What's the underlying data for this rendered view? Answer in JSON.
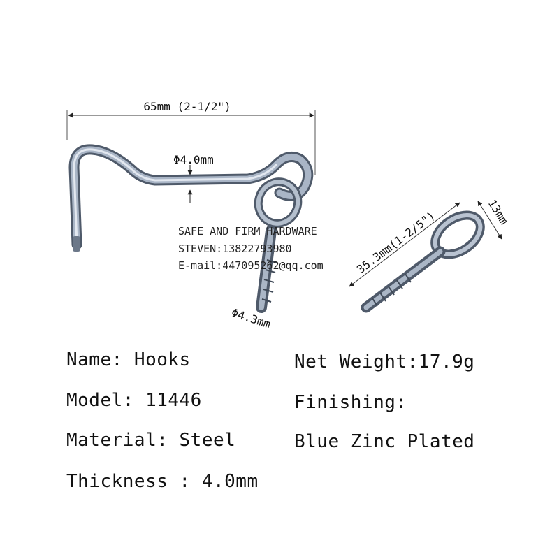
{
  "dimensions": {
    "hook_length": "65mm (2-1/2\")",
    "wire_diameter": "Φ4.0mm",
    "screw_diameter": "Φ4.3mm",
    "eye_screw_length": "35.3mm(1-2/5\")",
    "eye_width": "13mm"
  },
  "watermark": {
    "line1": "SAFE AND FIRM HARDWARE",
    "line2": "STEVEN:13822793980",
    "line3": "E-mail:447095262@qq.com"
  },
  "specs": {
    "name": "Name: Hooks",
    "model": "Model: 11446",
    "material": "Material: Steel",
    "thickness": "Thickness : 4.0mm",
    "net_weight": "Net Weight:17.9g",
    "finishing": "Finishing:",
    "finishing_value": "Blue Zinc Plated"
  },
  "colors": {
    "metal": "#7f8fa3",
    "metal_light": "#d7dee8",
    "metal_dark": "#4a5565"
  }
}
